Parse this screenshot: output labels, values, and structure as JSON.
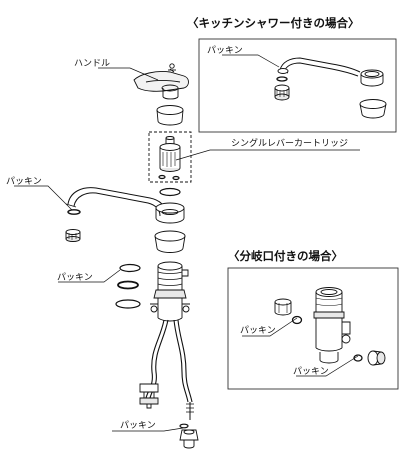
{
  "inset_kitchen": {
    "title": "〈キッチンシャワー付きの場合〉",
    "packing": "パッキン"
  },
  "inset_branch": {
    "title": "〈分岐口付きの場合〉",
    "packing_left": "パッキン",
    "packing_right": "パッキン"
  },
  "main": {
    "handle": "ハンドル",
    "cartridge": "シングルレバーカートリッジ",
    "packing_spout": "パッキン",
    "packing_body": "パッキン",
    "packing_bottom": "パッキン"
  },
  "colors": {
    "line": "#111111",
    "part_fill": "#e8e8e8",
    "metal_light": "#f2f2f2",
    "ring_fill": "#ffffff",
    "frame": "#333333"
  }
}
